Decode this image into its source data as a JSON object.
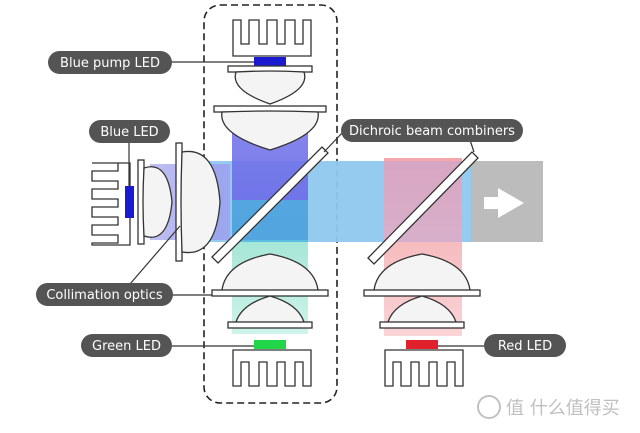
{
  "labels": {
    "blue_pump_led": "Blue pump LED",
    "blue_led": "Blue LED",
    "dichroic": "Dichroic beam combiners",
    "collimation": "Collimation optics",
    "green_led": "Green LED",
    "red_led": "Red LED"
  },
  "watermark": {
    "text": "值 什么值得买"
  },
  "colors": {
    "blue_pump_emitter": "#1a1ad0",
    "blue_emitter": "#1a1ad0",
    "green_emitter": "#22d64a",
    "red_emitter": "#e0202a",
    "label_fill": "#545454",
    "output_beam": "#bdbdbd",
    "arrow": "#ffffff"
  },
  "icons": {
    "output_arrow": "right-arrow-icon",
    "watermark_logo": "price-logo-icon"
  }
}
